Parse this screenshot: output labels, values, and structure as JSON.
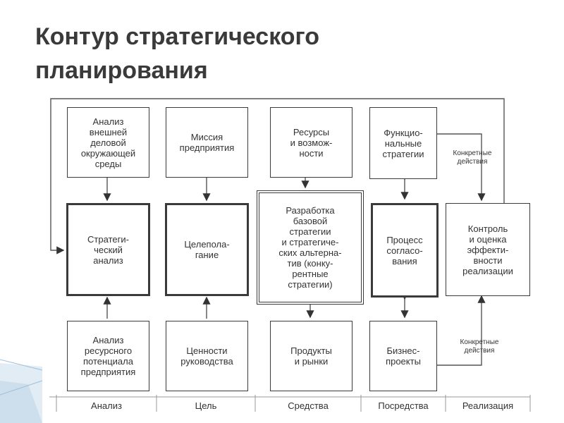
{
  "title": [
    "Контур стратегического",
    "планирования"
  ],
  "boxes": {
    "analiz_vneshnei": [
      "Анализ",
      "внешней",
      "деловой",
      "окружающей",
      "среды"
    ],
    "missiya": [
      "Миссия",
      "предприятия"
    ],
    "resursy": [
      "Ресурсы",
      "и возмож-",
      "ности"
    ],
    "funkc": [
      "Функцио-",
      "нальные",
      "стратегии"
    ],
    "strat_analiz": [
      "Стратеги-",
      "ческий",
      "анализ"
    ],
    "celepolaganie": [
      "Целепола-",
      "гание"
    ],
    "razrabotka": [
      "Разработка",
      "базовой",
      "стратегии",
      "и стратегиче-",
      "ских альтерна-",
      "тив (конку-",
      "рентные",
      "стратегии)"
    ],
    "process": [
      "Процесс",
      "согласо-",
      "вания"
    ],
    "kontrol": [
      "Контроль",
      "и оценка",
      "эффекти-",
      "вности",
      "реализации"
    ],
    "analiz_resursnogo": [
      "Анализ",
      "ресурсного",
      "потенциала",
      "предприятия"
    ],
    "cennosti": [
      "Ценности",
      "руководства"
    ],
    "produkty": [
      "Продукты",
      "и рынки"
    ],
    "biznes": [
      "Бизнес-",
      "проекты"
    ]
  },
  "small_labels": {
    "top": [
      "Конкретные",
      "действия"
    ],
    "bottom": [
      "Конкретные",
      "действия"
    ]
  },
  "footer": [
    "Анализ",
    "Цель",
    "Средства",
    "Посредства",
    "Реализация"
  ]
}
